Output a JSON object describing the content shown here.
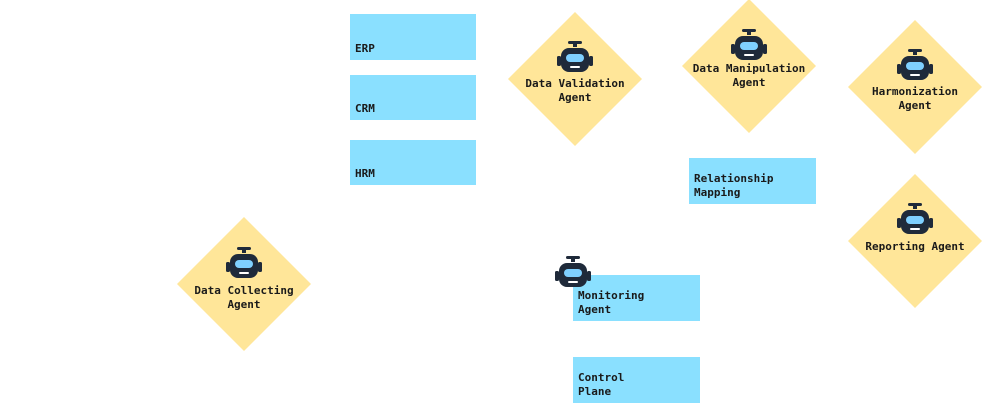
{
  "colors": {
    "box_fill": "#8ae0ff",
    "diamond_fill": "#ffe699",
    "robot_body": "#1f2a3a",
    "robot_visor": "#7fd0ff"
  },
  "systems": {
    "erp": "ERP",
    "crm": "CRM",
    "hrm": "HRM"
  },
  "relationship_mapping": "Relationship\nMapping",
  "monitoring_agent": "Monitoring\nAgent",
  "control_plane": "Control\nPlane",
  "agents": {
    "data_collecting": {
      "label": "Data Collecting\nAgent",
      "icon": "robot-icon"
    },
    "data_validation": {
      "label": "Data Validation\nAgent",
      "icon": "robot-icon"
    },
    "data_manipulation": {
      "label": "Data Manipulation\nAgent",
      "icon": "robot-icon"
    },
    "harmonization": {
      "label": "Harmonization\nAgent",
      "icon": "robot-icon"
    },
    "reporting": {
      "label": "Reporting Agent",
      "icon": "robot-icon"
    }
  }
}
